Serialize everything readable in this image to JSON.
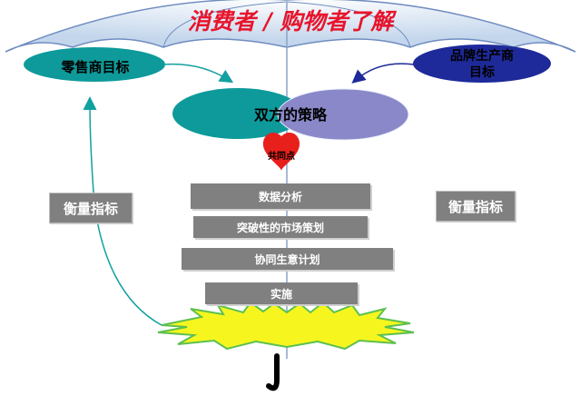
{
  "title": "消费者 / 购物者了解",
  "retailer_goal": "零售商目标",
  "brand_goal_line1": "品牌生产商",
  "brand_goal_line2": "目标",
  "joint_strategy": "双方的策略",
  "common_point": "共同点",
  "steps": [
    "数据分析",
    "突破性的市场策划",
    "协同生意计划",
    "实施"
  ],
  "measure_left": "衡量指标",
  "measure_right": "衡量指标",
  "colors": {
    "umbrella_canopy": "#c9dcef",
    "canopy_outline": "#6f8cc0",
    "title_red": "#e8142c",
    "teal": "#0e9a9a",
    "navy": "#1e2a9a",
    "lavender": "#8a88c8",
    "heart_red": "#e8201c",
    "box_gray": "#808080",
    "splash_yellow": "#f6f61e",
    "splash_green": "#5dc050"
  }
}
